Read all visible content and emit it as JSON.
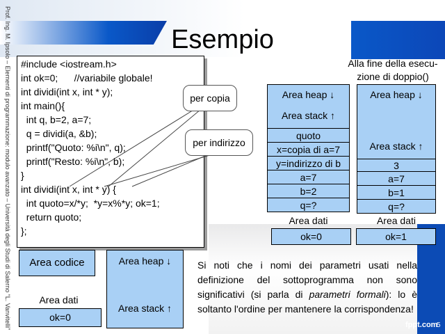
{
  "side_text": "Prof. Ing. M. Ipsolo – Elementi di programmazione: modulo avanzato – Università degli Studi di Salerno “L. Vanvitelli”",
  "title": "Esempio",
  "code_lines": [
    "#include <iostream.h>",
    "int ok=0;      //variabile globale!",
    "int dividi(int x, int * y);",
    "int main(){",
    "  int q, b=2, a=7;",
    "  q = dividi(a, &b);",
    "  printf(\"Quoto: %i\\n\", q);",
    "  printf(\"Resto: %i\\n\", b);",
    "}",
    "int dividi(int x, int * y) {",
    "  int quoto=x/*y;  *y=x%*y; ok=1;",
    "  return quoto;",
    "};"
  ],
  "callouts": {
    "copia": "per copia",
    "indirizzo": "per indirizzo"
  },
  "right_header": "Alla fine della esecu-zione di doppio()",
  "right_header_lines": [
    "Alla fine della esecu-",
    "zione di doppio()"
  ],
  "memory_mid": {
    "heap": "Area heap ↓",
    "stack": "Area stack ↑",
    "rows": [
      "quoto",
      "x=copia di a=7",
      "y=indirizzo di b",
      "a=7",
      "b=2",
      "q=?"
    ],
    "dati_label": "Area dati",
    "dati_value": "ok=0"
  },
  "memory_right": {
    "heap": "Area heap ↓",
    "stack": "Area stack ↑",
    "rows": [
      "3",
      "a=7",
      "b=1",
      "q=?"
    ],
    "dati_label": "Area dati",
    "dati_value": "ok=1"
  },
  "bottom_left": {
    "codice": "Area codice",
    "heap": "Area heap ↓",
    "stack": "Area stack ↑",
    "dati_label": "Area dati",
    "dati_value": "ok=0"
  },
  "note": {
    "part1": "Si noti che i nomi dei parametri usati nella definizione del sottoprogramma non sono significativi (si parla di ",
    "italic": "parametri formali",
    "part2": "): lo è soltanto l'ordine per mantenere la corrispondenza!"
  },
  "logo": "fppt.com",
  "page_number": "5",
  "colors": {
    "cell_fill": "#a9d0f5",
    "brand_blue": "#0a58c8"
  }
}
